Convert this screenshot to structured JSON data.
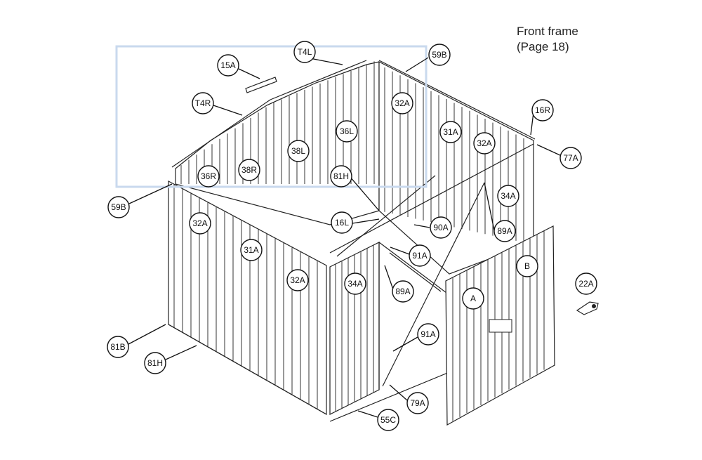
{
  "caption": {
    "line1": "Front frame",
    "line2": "(Page 18)"
  },
  "highlight_color": "#c9d9ee",
  "callouts": [
    {
      "id": "T4L",
      "label": "T4L"
    },
    {
      "id": "59B-top",
      "label": "59B"
    },
    {
      "id": "15A",
      "label": "15A"
    },
    {
      "id": "T4R",
      "label": "T4R"
    },
    {
      "id": "32A-top",
      "label": "32A"
    },
    {
      "id": "16R",
      "label": "16R"
    },
    {
      "id": "31A-right",
      "label": "31A"
    },
    {
      "id": "36L",
      "label": "36L"
    },
    {
      "id": "32A-right",
      "label": "32A"
    },
    {
      "id": "77A",
      "label": "77A"
    },
    {
      "id": "38L",
      "label": "38L"
    },
    {
      "id": "36R",
      "label": "36R"
    },
    {
      "id": "38R",
      "label": "38R"
    },
    {
      "id": "81H-top",
      "label": "81H"
    },
    {
      "id": "34A-right",
      "label": "34A"
    },
    {
      "id": "59B-left",
      "label": "59B"
    },
    {
      "id": "32A-left",
      "label": "32A"
    },
    {
      "id": "16L",
      "label": "16L"
    },
    {
      "id": "90A",
      "label": "90A"
    },
    {
      "id": "89A-right",
      "label": "89A"
    },
    {
      "id": "31A-left",
      "label": "31A"
    },
    {
      "id": "91A-top",
      "label": "91A"
    },
    {
      "id": "B",
      "label": "B"
    },
    {
      "id": "32A-front",
      "label": "32A"
    },
    {
      "id": "34A-front",
      "label": "34A"
    },
    {
      "id": "89A-front",
      "label": "89A"
    },
    {
      "id": "22A",
      "label": "22A"
    },
    {
      "id": "A",
      "label": "A"
    },
    {
      "id": "91A-bottom",
      "label": "91A"
    },
    {
      "id": "81B",
      "label": "81B"
    },
    {
      "id": "81H-bottom",
      "label": "81H"
    },
    {
      "id": "79A",
      "label": "79A"
    },
    {
      "id": "55C",
      "label": "55C"
    }
  ]
}
